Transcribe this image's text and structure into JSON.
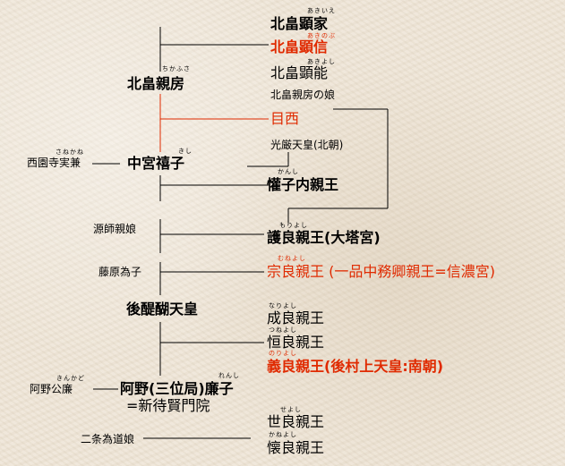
{
  "people": {
    "kitabatake_akiie": {
      "name": "北畠顕家",
      "ruby": "あきいえ"
    },
    "kitabatake_akinobu": {
      "name": "北畠顕信",
      "ruby": "あきのぶ"
    },
    "kitabatake_akiyoshi": {
      "name": "北畠顕能",
      "ruby": "あきよし"
    },
    "chikafusa_daughter": {
      "name": "北畠親房の娘"
    },
    "kitabatake_chikafusa": {
      "name": "北畠親房",
      "ruby": "ちかふさ"
    },
    "menishi": {
      "name": "目西"
    },
    "kogon": {
      "name": "光厳天皇(北朝)"
    },
    "saionji_sanekane": {
      "name": "西園寺実兼",
      "ruby": "さねかね"
    },
    "chugu_kishi": {
      "name": "中宮禧子",
      "ruby": "きし"
    },
    "kanshi": {
      "name": "懽子内親王",
      "ruby": "かんし"
    },
    "minamoto_daughter": {
      "name": "源師親娘"
    },
    "moriyoshi": {
      "name": "護良親王(大塔宮)",
      "ruby": "もりよし"
    },
    "fujiwara_tameko": {
      "name": "藤原為子"
    },
    "muneyoshi": {
      "name": "宗良親王 (一品中務卿親王=信濃宮)",
      "ruby": "むねよし"
    },
    "godaigo": {
      "name": "後醍醐天皇"
    },
    "nariyoshi": {
      "name": "成良親王",
      "ruby": "なりよし"
    },
    "tsuneyoshi": {
      "name": "恒良親王",
      "ruby": "つねよし"
    },
    "noriyoshi": {
      "name": "義良親王(後村上天皇:南朝)",
      "ruby": "のりよし"
    },
    "ano_kinkado": {
      "name": "阿野公廉",
      "ruby": "きんかど"
    },
    "ano_renshi": {
      "name": "阿野(三位局)廉子",
      "ruby": "れんし"
    },
    "shintaikenmonin": {
      "name": "=新待賢門院"
    },
    "yoyoshi": {
      "name": "世良親王",
      "ruby": "せよし"
    },
    "nijo_daughter": {
      "name": "二条為道娘"
    },
    "kaneyoshi": {
      "name": "懐良親王",
      "ruby": "かねよし"
    }
  },
  "colors": {
    "highlight": "#e02a00",
    "line": "#000000"
  }
}
